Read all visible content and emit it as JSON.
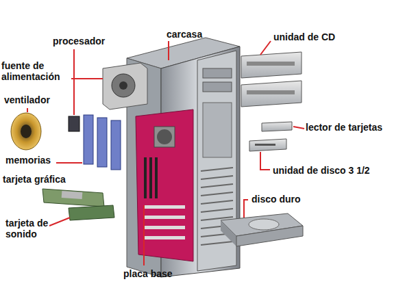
{
  "diagram": {
    "labels": [
      "procesador",
      "carcasa",
      "unidad de CD",
      "fuente de alimentación",
      "ventilador",
      "lector de tarjetas",
      "memorias",
      "unidad de disco 3 1/2",
      "tarjeta gráfica",
      "disco duro",
      "tarjeta de sonido",
      "placa base"
    ]
  }
}
